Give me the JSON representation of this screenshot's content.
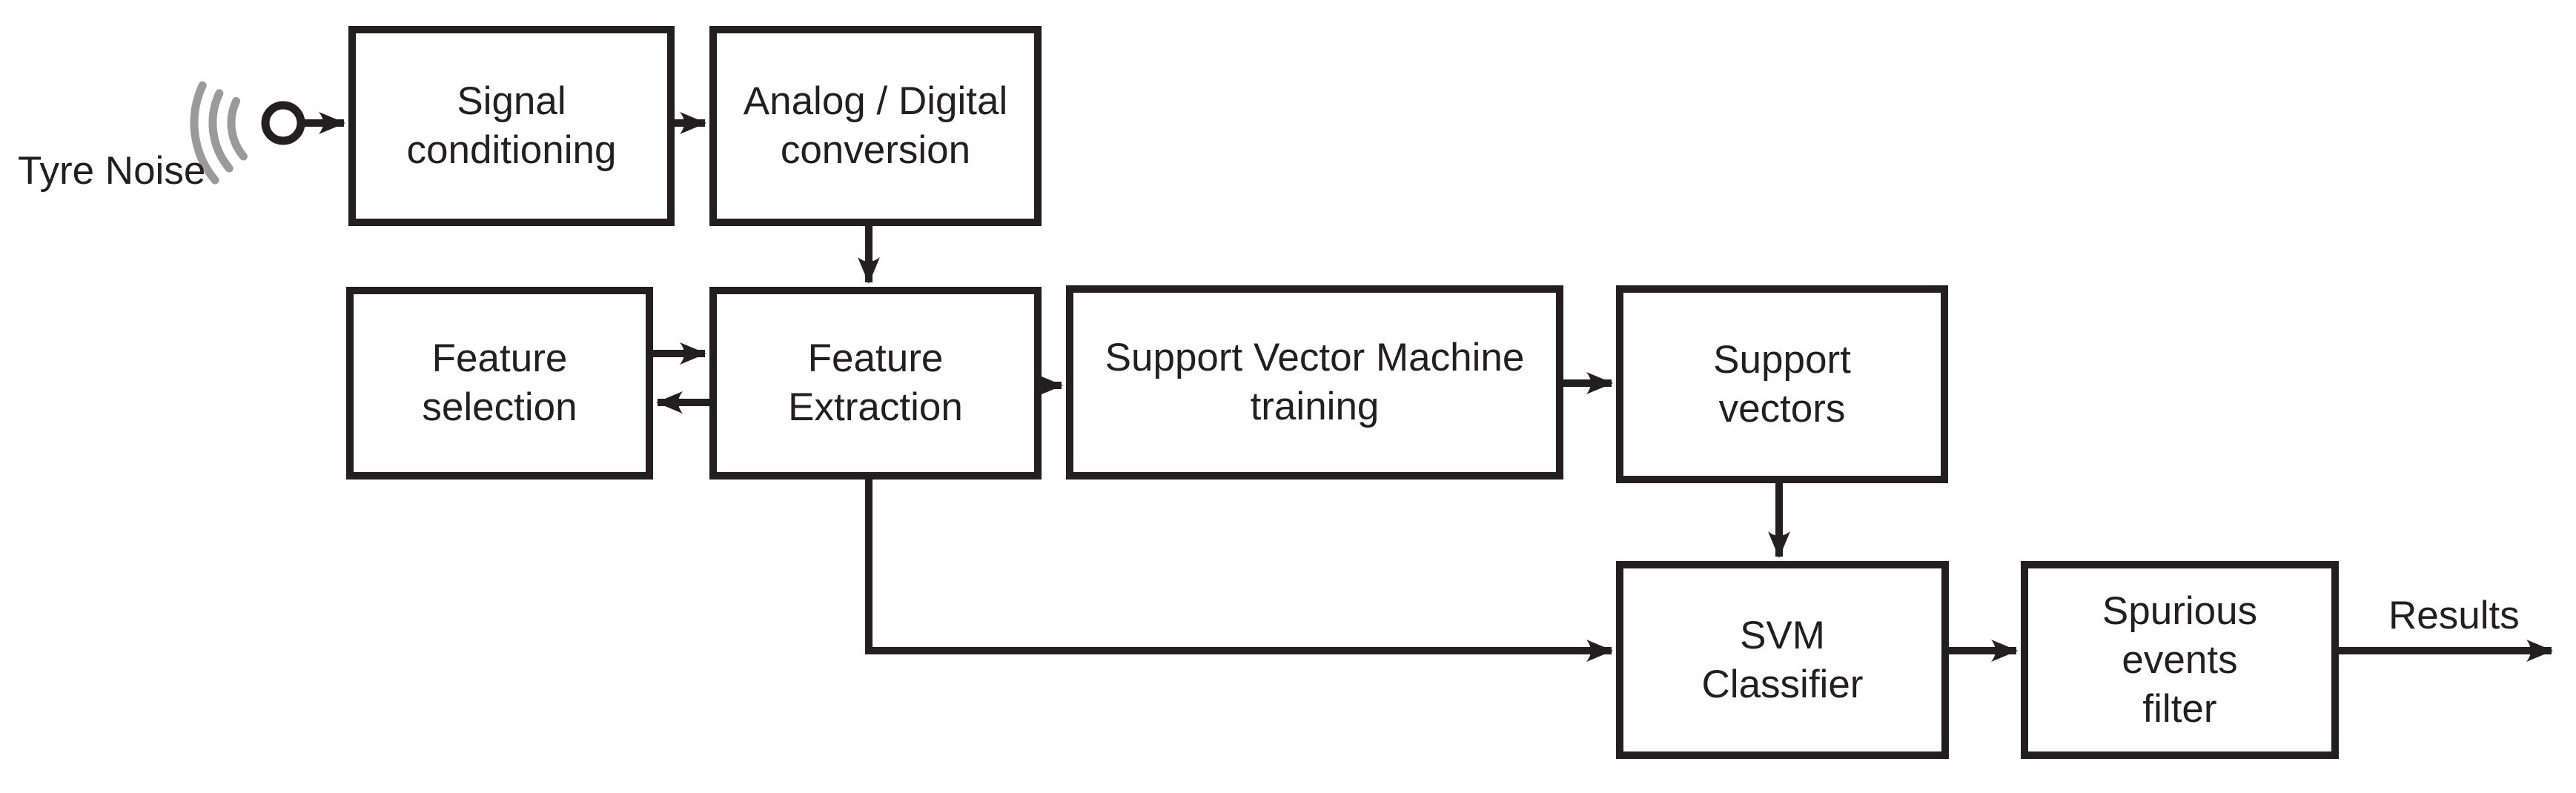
{
  "diagram": {
    "title_hint": "Tyre noise SVM classification pipeline block diagram",
    "source_label": "Tyre Noise",
    "result_label": "Results",
    "colors": {
      "ink": "#231f20",
      "wave": "#9a9a9a",
      "paper": "#ffffff"
    },
    "icons": [
      {
        "name": "sound-waves-icon",
        "meaning": "noise emission arcs"
      },
      {
        "name": "microphone-icon",
        "meaning": "acoustic sensor pickup"
      }
    ],
    "nodes": [
      {
        "id": "signal-conditioning",
        "label": "Signal\nconditioning"
      },
      {
        "id": "adc",
        "label": "Analog / Digital\nconversion"
      },
      {
        "id": "feature-selection",
        "label": "Feature\nselection"
      },
      {
        "id": "feature-extraction",
        "label": "Feature\nExtraction"
      },
      {
        "id": "svm-training",
        "label": "Support Vector Machine\ntraining"
      },
      {
        "id": "support-vectors",
        "label": "Support\nvectors"
      },
      {
        "id": "svm-classifier",
        "label": "SVM\nClassifier"
      },
      {
        "id": "spurious-events-filter",
        "label": "Spurious\nevents\nfilter"
      }
    ],
    "edges": [
      {
        "from": "tyre-noise",
        "to": "signal-conditioning"
      },
      {
        "from": "signal-conditioning",
        "to": "adc"
      },
      {
        "from": "adc",
        "to": "feature-extraction"
      },
      {
        "from": "feature-selection",
        "to": "feature-extraction"
      },
      {
        "from": "feature-extraction",
        "to": "feature-selection"
      },
      {
        "from": "feature-extraction",
        "to": "svm-training"
      },
      {
        "from": "svm-training",
        "to": "support-vectors"
      },
      {
        "from": "support-vectors",
        "to": "svm-classifier"
      },
      {
        "from": "feature-extraction",
        "to": "svm-classifier"
      },
      {
        "from": "svm-classifier",
        "to": "spurious-events-filter"
      },
      {
        "from": "spurious-events-filter",
        "to": "results"
      }
    ]
  }
}
